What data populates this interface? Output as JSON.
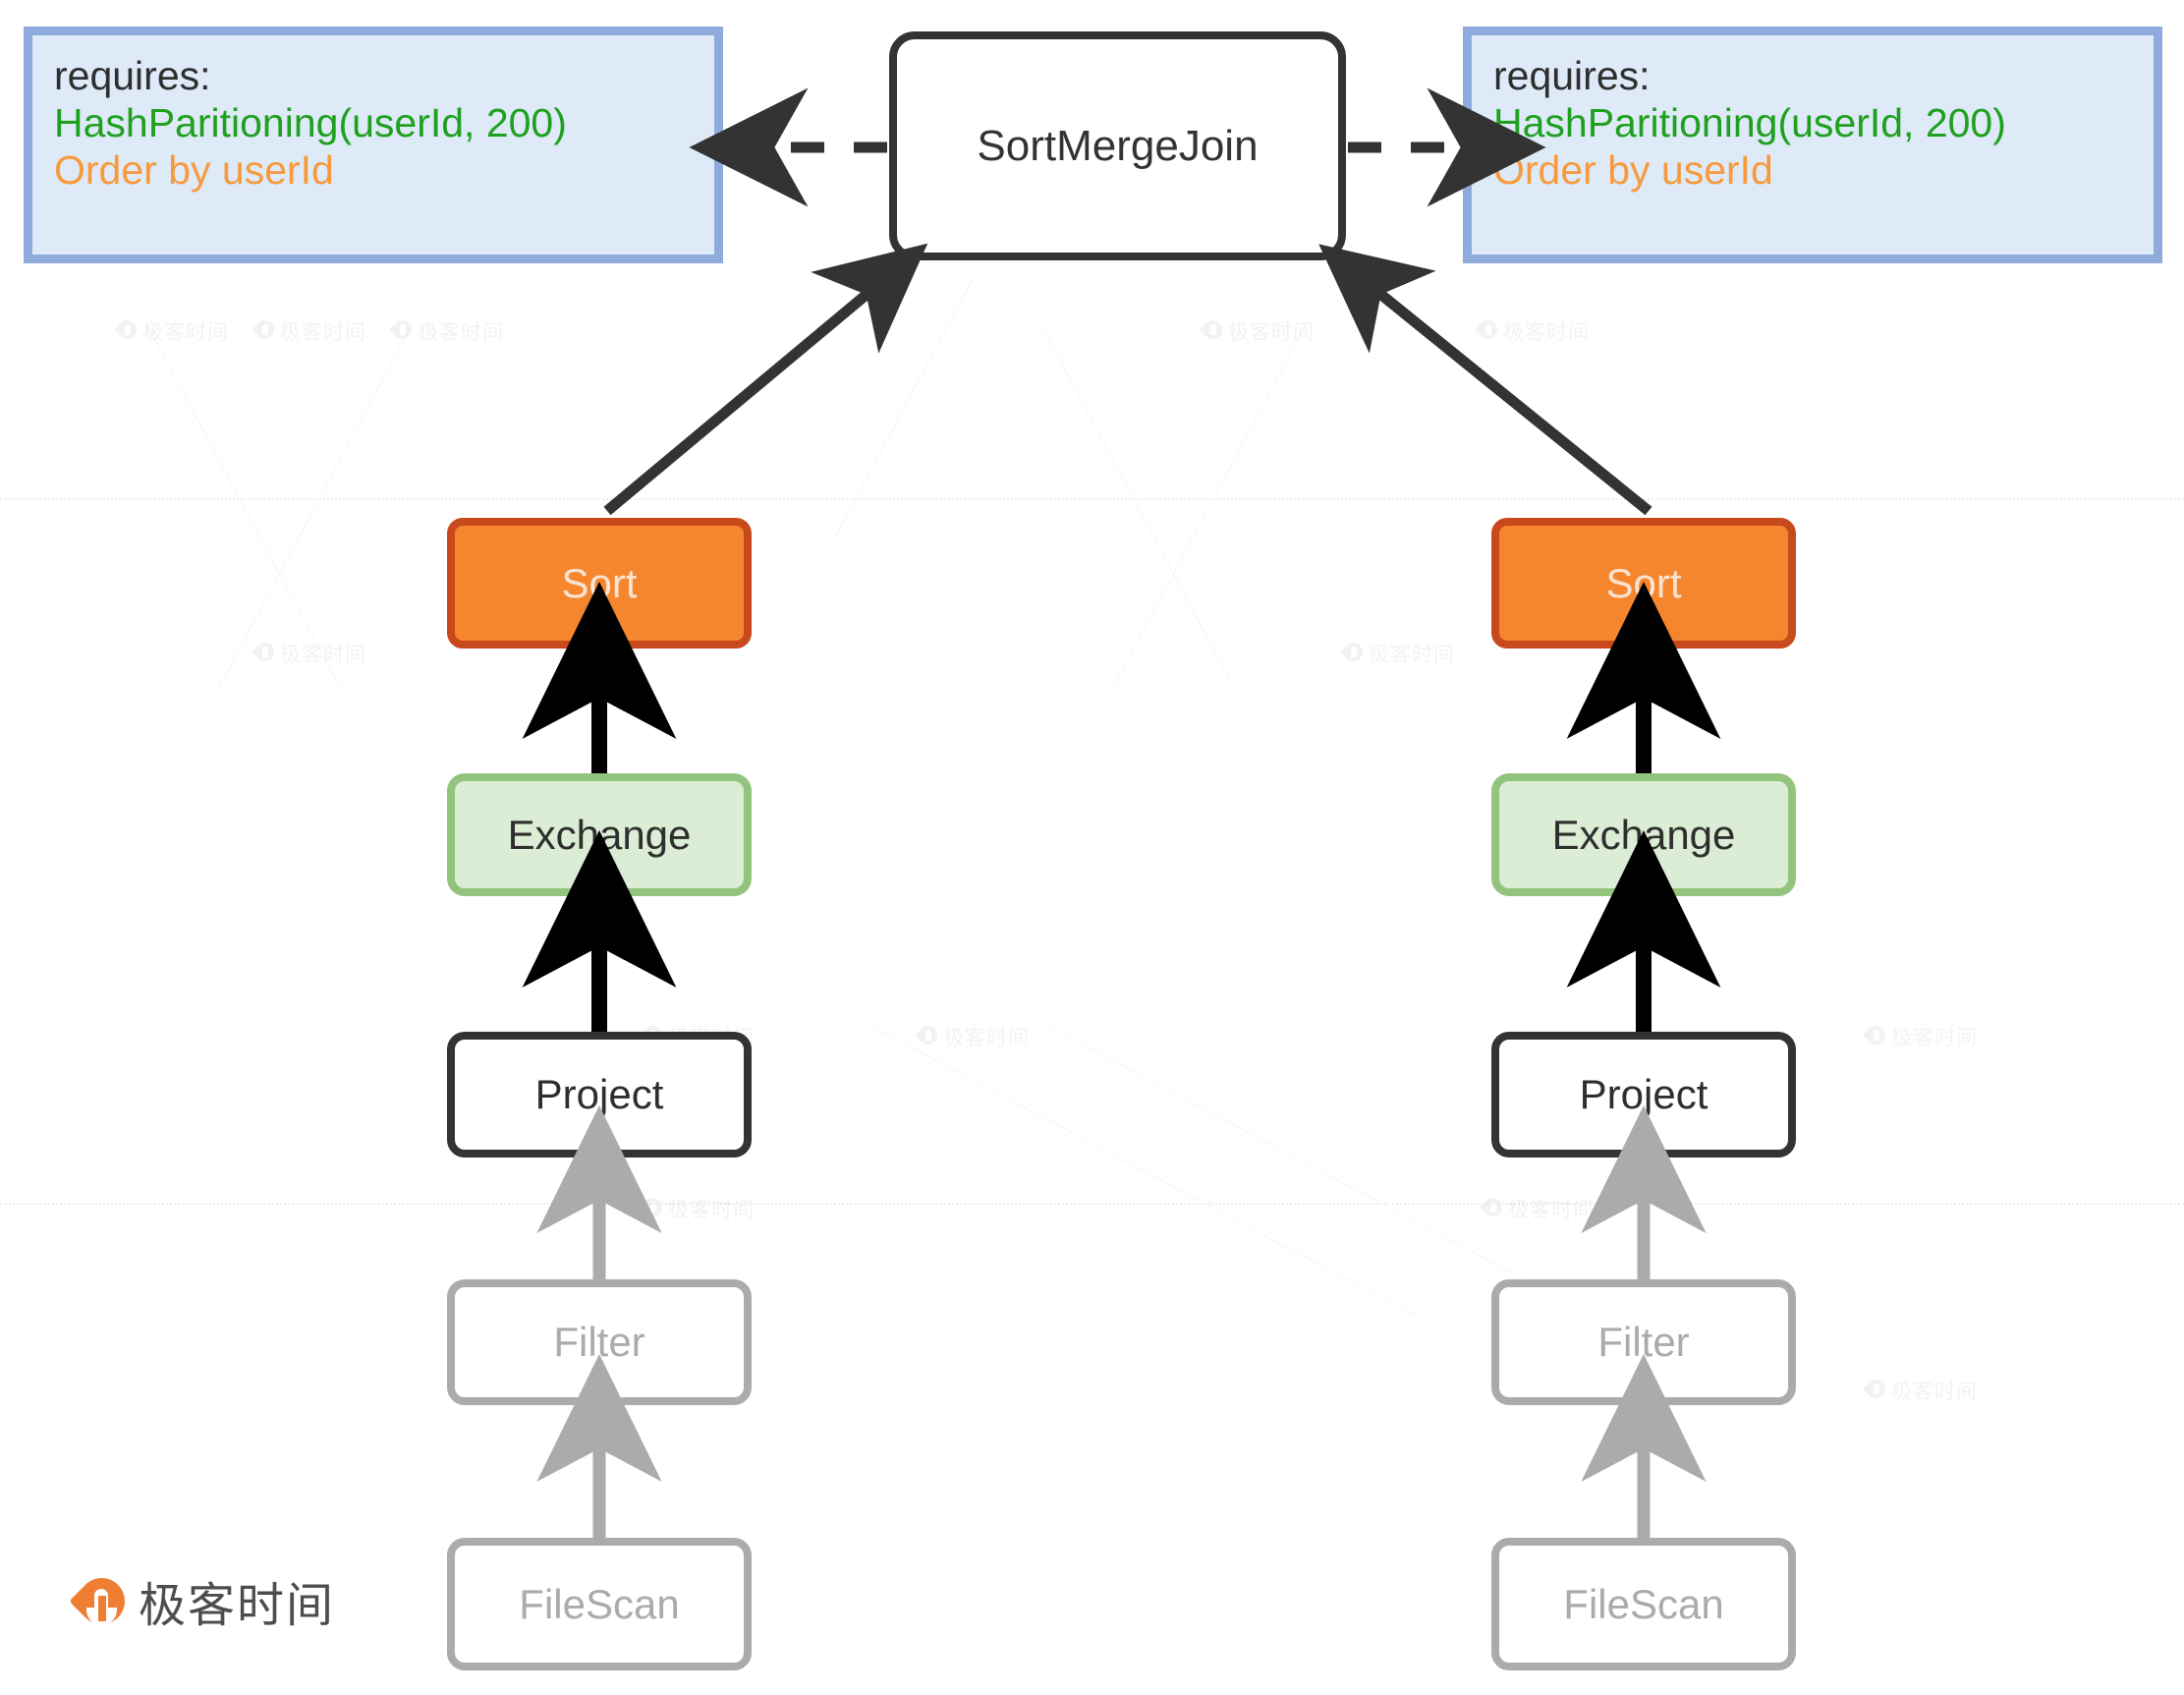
{
  "diagram": {
    "title": "Spark SortMergeJoin physical plan with required distribution and ordering",
    "root": {
      "label": "SortMergeJoin"
    },
    "requires": {
      "title": "requires:",
      "partitioning": "HashParitioning(userId, 200)",
      "ordering": "Order by userId"
    },
    "branches": [
      {
        "side": "left",
        "nodes": [
          {
            "label": "Sort",
            "state": "highlight-orange"
          },
          {
            "label": "Exchange",
            "state": "highlight-green"
          },
          {
            "label": "Project",
            "state": "active"
          },
          {
            "label": "Filter",
            "state": "faded"
          },
          {
            "label": "FileScan",
            "state": "faded"
          }
        ]
      },
      {
        "side": "right",
        "nodes": [
          {
            "label": "Sort",
            "state": "highlight-orange"
          },
          {
            "label": "Exchange",
            "state": "highlight-green"
          },
          {
            "label": "Project",
            "state": "active"
          },
          {
            "label": "Filter",
            "state": "faded"
          },
          {
            "label": "FileScan",
            "state": "faded"
          }
        ]
      }
    ],
    "colors": {
      "sort_fill": "#F5862E",
      "sort_border": "#C8491B",
      "sort_text": "#FBE3D2",
      "exchange_fill": "#DCEDD5",
      "exchange_border": "#93C47D",
      "node_border": "#333333",
      "faded_border": "#ABABAB",
      "callout_fill": "#DEEAF8",
      "callout_border": "#8FAADC",
      "partitioning_text": "#1FA01F",
      "ordering_text": "#F79A3C",
      "brand_orange": "#EE7F32"
    }
  },
  "brand": {
    "name": "极客时间",
    "watermark": "极客时间"
  }
}
